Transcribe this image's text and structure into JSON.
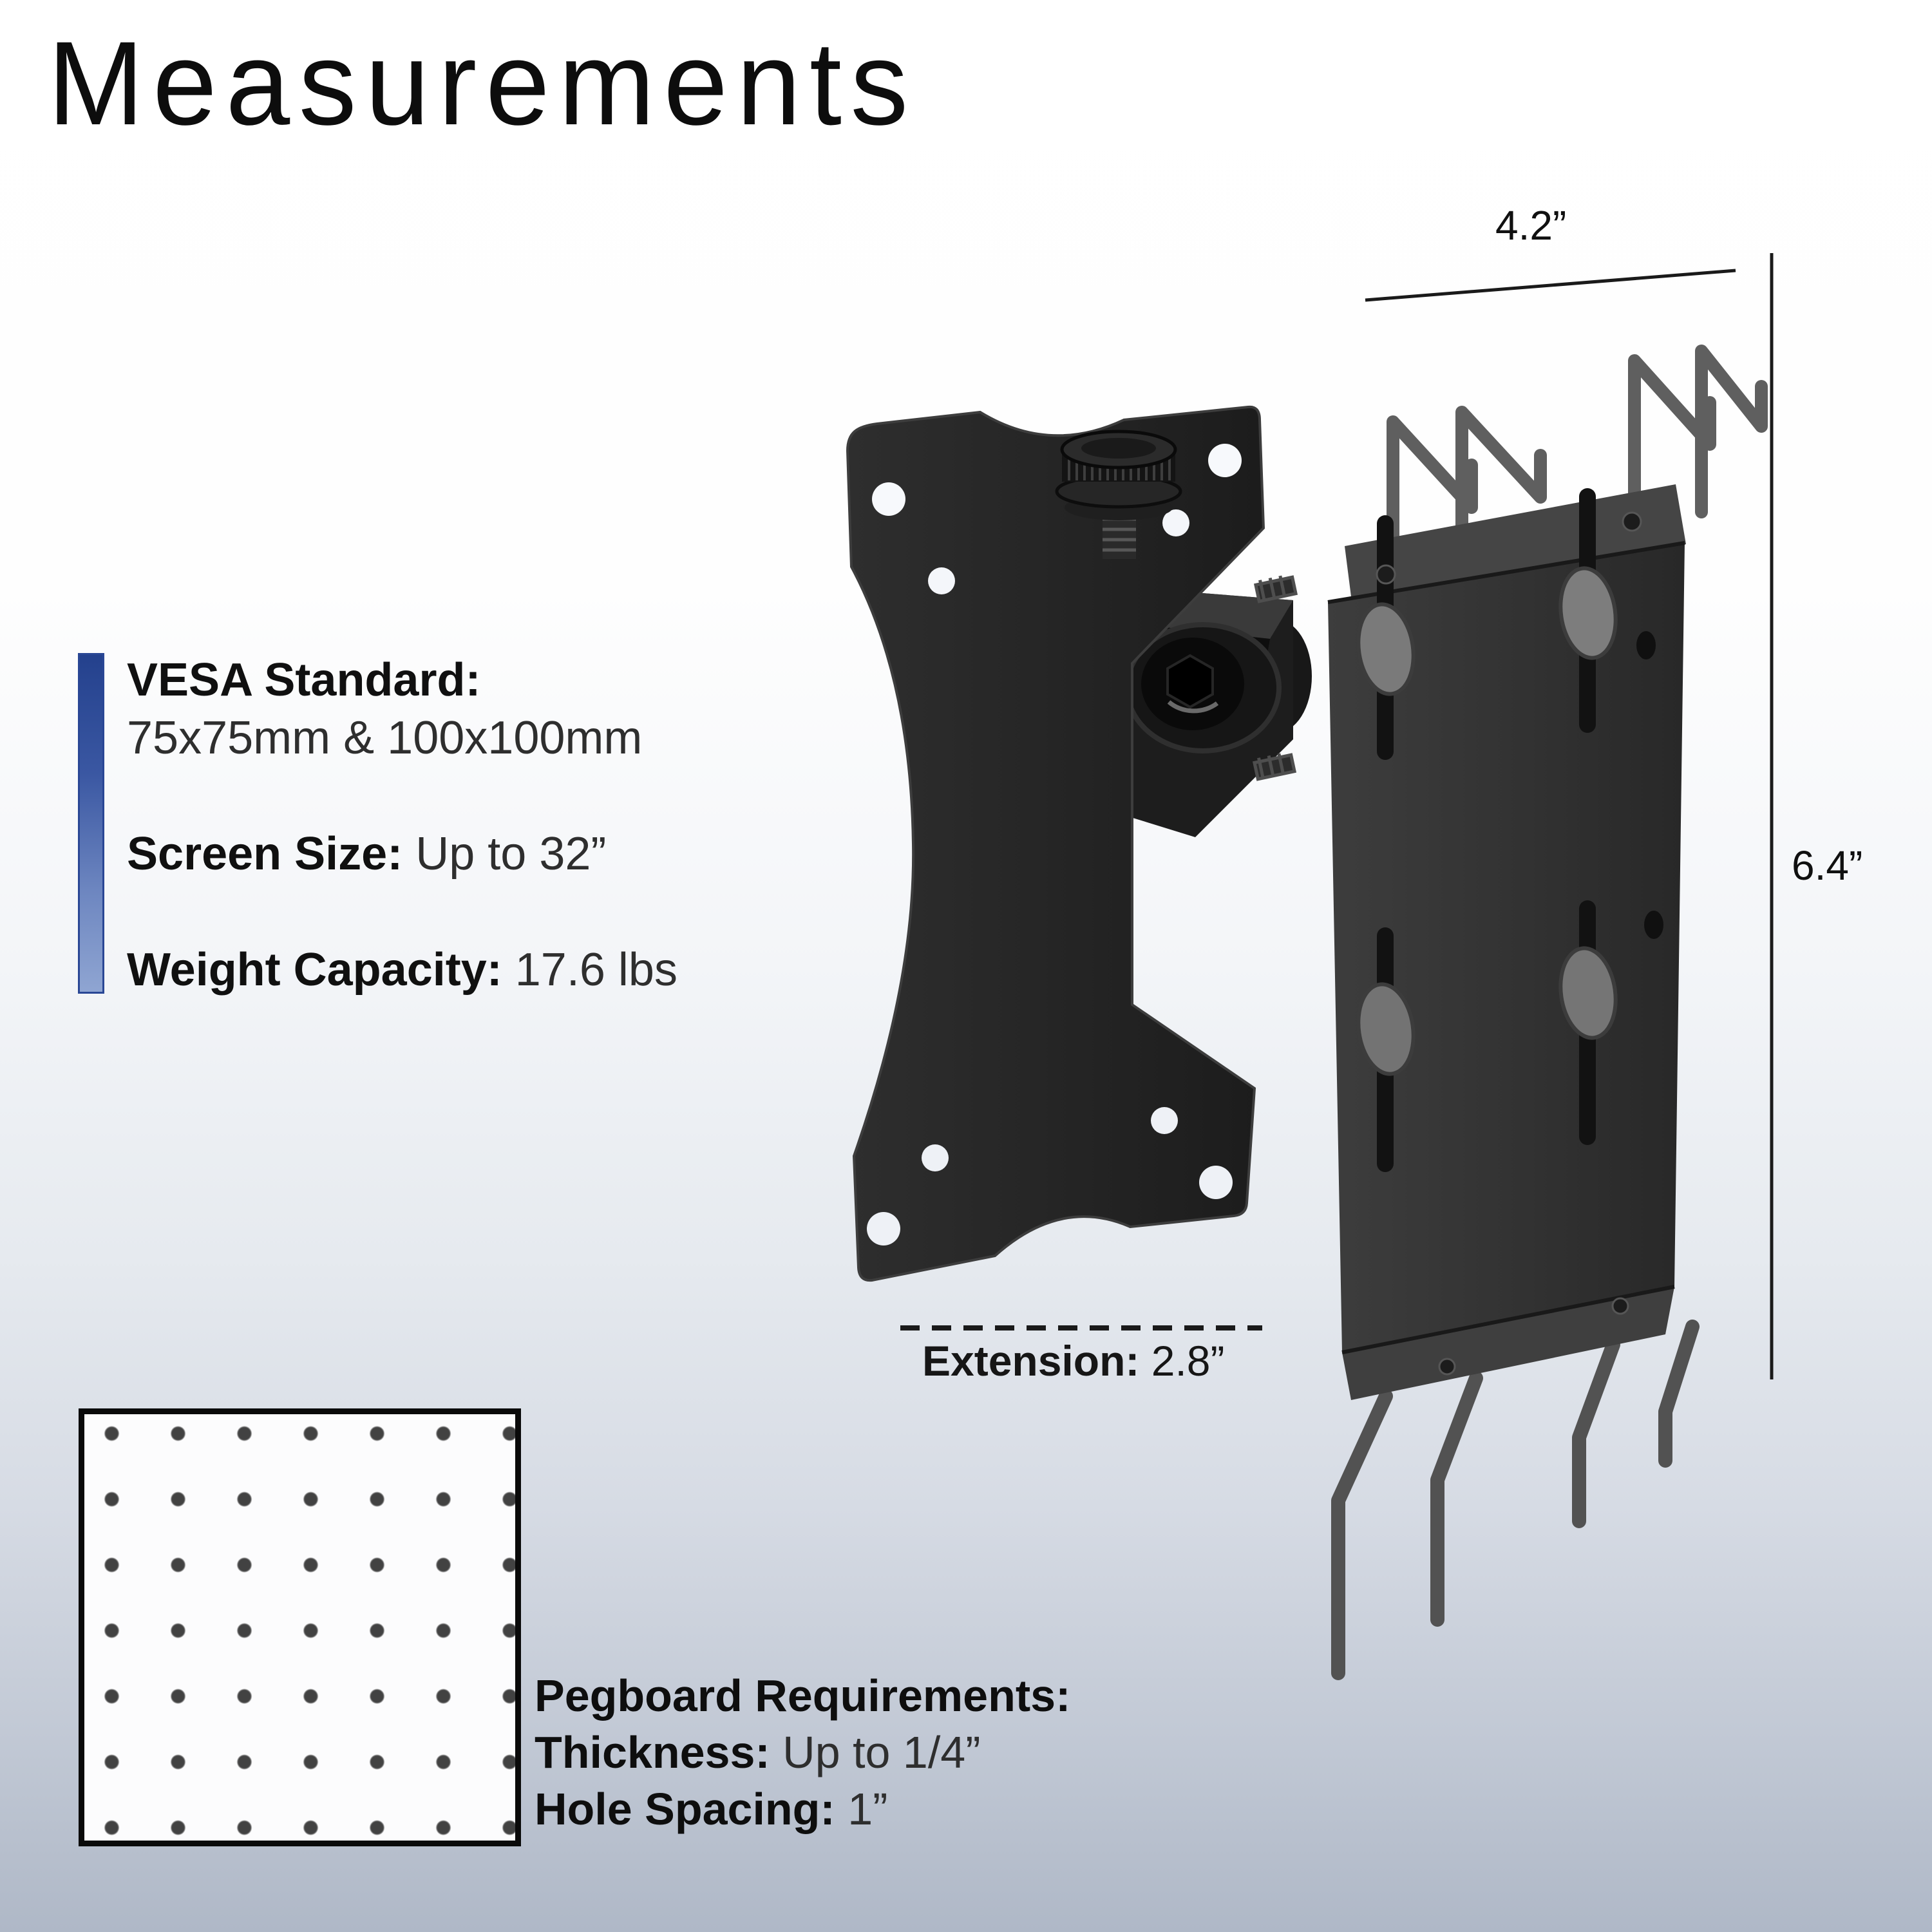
{
  "title": "Measurements",
  "specs": {
    "vesa_label": "VESA Standard:",
    "vesa_value": "75x75mm & 100x100mm",
    "screen_label": "Screen Size:",
    "screen_value": "Up to 32”",
    "weight_label": "Weight Capacity:",
    "weight_value": "17.6 lbs"
  },
  "dimensions": {
    "width_label": "4.2”",
    "height_label": "6.4”",
    "extension_label": "Extension:",
    "extension_value": "2.8”"
  },
  "pegboard_requirements": {
    "heading": "Pegboard Requirements:",
    "thickness_label": "Thickness:",
    "thickness_value": "Up to 1/4”",
    "hole_spacing_label": "Hole Spacing:",
    "hole_spacing_value": "1”"
  },
  "colors": {
    "accent_bar_top": "#24418d",
    "accent_bar_bottom": "#8fa5d2",
    "text": "#111111",
    "dimension_lines": "#1a1a1a",
    "background_bottom": "#afb8c7",
    "metal_dark": "#1d1d1d",
    "metal_mid": "#3a3a3a",
    "grommet_gray": "#787878"
  }
}
